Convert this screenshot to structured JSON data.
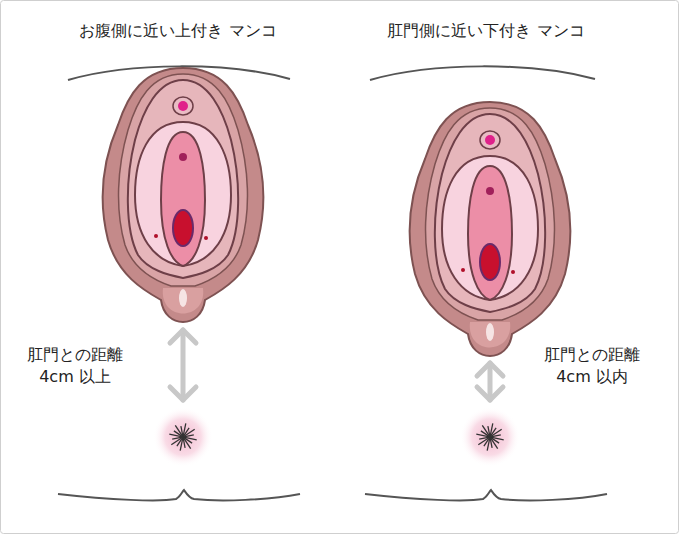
{
  "diagram": {
    "labels": [
      "お腹側に近い上付き マンコ",
      "肛門との距離 4cm 以上",
      "肛門側に近い下付き マンコ",
      "肛門との距離 4cm 以内"
    ]
  }
}
